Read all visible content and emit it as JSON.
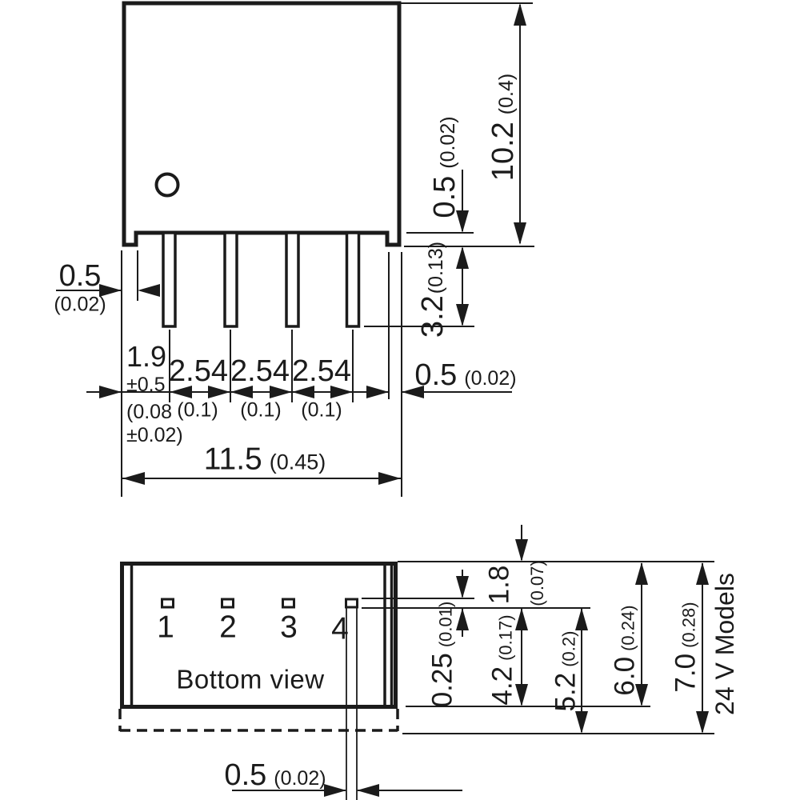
{
  "colors": {
    "ink": "#1b1b1b",
    "background": "#ffffff"
  },
  "top_view": {
    "left_standoff": {
      "value": "0.5",
      "inch": "(0.02)"
    },
    "case_height": {
      "value": "10.2",
      "inch": "(0.4)"
    },
    "case_bottom": {
      "value": "0.5",
      "inch": "(0.02)"
    },
    "pin_length": {
      "value": "3.2",
      "inch": "(0.13)"
    },
    "pin1_offset": {
      "value": "1.9",
      "tolerance": "±0.5",
      "inch_line1": "(0.08",
      "inch_line2": "±0.02)"
    },
    "pitch": [
      {
        "value": "2.54",
        "inch": "(0.1)"
      },
      {
        "value": "2.54",
        "inch": "(0.1)"
      },
      {
        "value": "2.54",
        "inch": "(0.1)"
      }
    ],
    "right_standoff": {
      "value": "0.5",
      "inch": "(0.02)"
    },
    "case_width": {
      "value": "11.5",
      "inch": "(0.45)"
    }
  },
  "bottom_view": {
    "caption": "Bottom view",
    "pin_numbers": [
      "1",
      "2",
      "3",
      "4"
    ],
    "pin_thickness": {
      "value": "0.25",
      "inch": "(0.01)"
    },
    "pin_inset": {
      "value": "1.8",
      "inch": "(0.07)"
    },
    "dim_4_2": {
      "value": "4.2",
      "inch": "(0.17)"
    },
    "dim_5_2": {
      "value": "5.2",
      "inch": "(0.2)"
    },
    "dim_6_0": {
      "value": "6.0",
      "inch": "(0.24)"
    },
    "dim_7_0": {
      "value": "7.0",
      "inch": "(0.28)"
    },
    "models_note": "24 V Models",
    "pin_width": {
      "value": "0.5",
      "inch": "(0.02)"
    }
  }
}
